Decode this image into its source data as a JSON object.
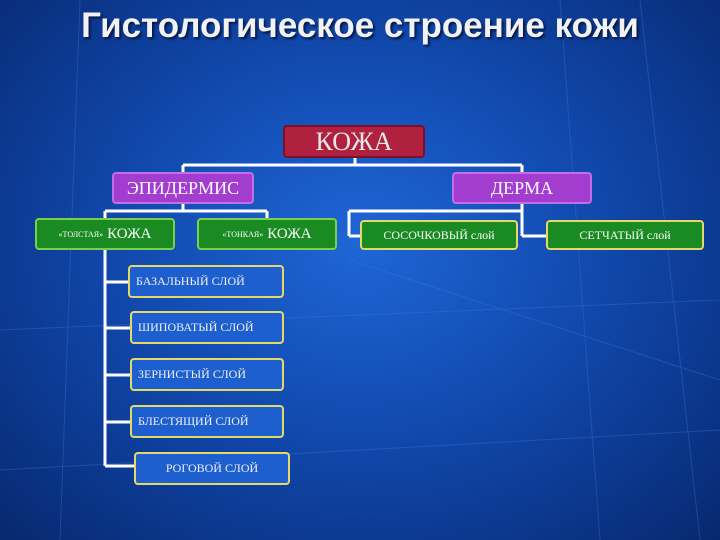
{
  "title": "Гистологическое строение кожи",
  "nodes": {
    "root": "КОЖА",
    "epidermis": "ЭПИДЕРМИС",
    "dermis": "ДЕРМА",
    "thick_small": "«ТОЛСТАЯ»",
    "thick_big": "КОЖА",
    "thin_small": "«ТОНКАЯ»",
    "thin_big": "КОЖА",
    "papillary": "СОСОЧКОВЫЙ слой",
    "reticular": "СЕТЧАТЫЙ слой"
  },
  "layers": [
    "БАЗАЛЬНЫЙ СЛОЙ",
    "ШИПОВАТЫЙ СЛОЙ",
    "ЗЕРНИСТЫЙ СЛОЙ",
    "БЛЕСТЯЩИЙ СЛОЙ",
    "РОГОВОЙ СЛОЙ"
  ],
  "colors": {
    "root": "#b0203f",
    "level1": "#a23dd0",
    "level2": "#1a8a22",
    "layer": "#1e5fd0",
    "border_yellow": "#e4d86a"
  }
}
